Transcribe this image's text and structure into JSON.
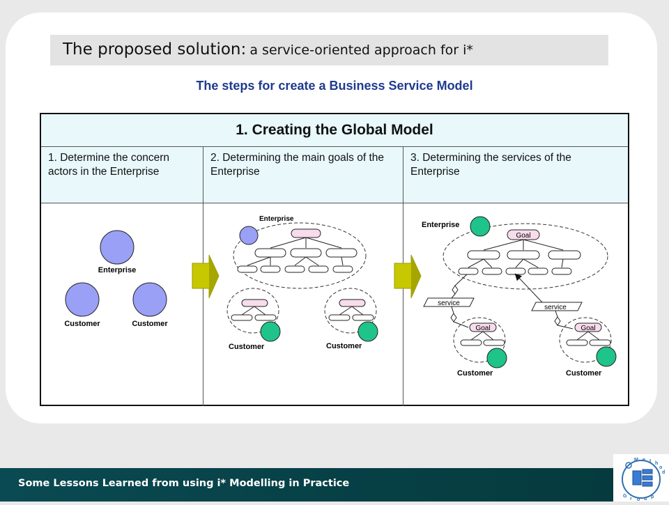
{
  "header": {
    "title_main": "The proposed solution:",
    "title_sub": "a service-oriented approach for i*",
    "subtitle": "The steps for create a Business Service Model"
  },
  "table": {
    "heading": "1. Creating the Global Model",
    "columns": [
      {
        "label": "1. Determine the concern actors in the Enterprise"
      },
      {
        "label": "2. Determining the main goals of the Enterprise"
      },
      {
        "label": "3. Determining the services of the Enterprise"
      }
    ]
  },
  "diagram1": {
    "enterprise": "Enterprise",
    "customer1": "Customer",
    "customer2": "Customer"
  },
  "diagram2": {
    "enterprise": "Enterprise",
    "customer1": "Customer",
    "customer2": "Customer"
  },
  "diagram3": {
    "enterprise": "Enterprise",
    "goal_top": "Goal",
    "service1": "service",
    "service2": "service",
    "goal_left": "Goal",
    "goal_right": "Goal",
    "customer1": "Customer",
    "customer2": "Customer"
  },
  "footer": {
    "text": "Some Lessons Learned from using i* Modelling in Practice"
  },
  "logo": {
    "letters": [
      "M",
      "e",
      "t",
      "h",
      "o",
      "d"
    ],
    "group": [
      "G",
      "r",
      "o",
      "u",
      "p"
    ]
  },
  "colors": {
    "actor_enterprise": "#9aa0f5",
    "actor_customer": "#1fc48a",
    "goal_fill": "#f7dcec",
    "arrow_fill": "#c8c800",
    "header_fill": "#e8f8fb",
    "subtitle_color": "#1f3a8f",
    "footer_bg": "#063f44"
  }
}
